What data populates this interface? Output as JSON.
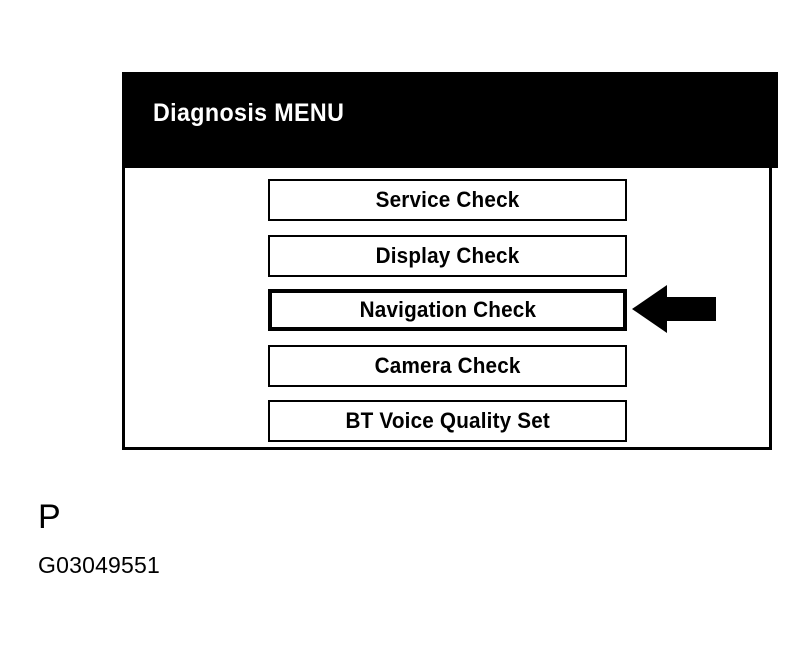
{
  "figure": {
    "kind": "diagnosis-menu-screen",
    "background_color": "#ffffff",
    "ink_color": "#000000"
  },
  "screen": {
    "header": {
      "title": "Diagnosis MENU",
      "background_color": "#000000",
      "text_color": "#ffffff"
    },
    "menu_items": [
      {
        "label": "Service Check",
        "selected": false
      },
      {
        "label": "Display Check",
        "selected": false
      },
      {
        "label": "Navigation Check",
        "selected": true
      },
      {
        "label": "Camera Check",
        "selected": false
      },
      {
        "label": "BT Voice Quality Set",
        "selected": false
      }
    ]
  },
  "annotation": {
    "arrow_icon": "arrow-left-icon",
    "arrow_points_to": "Navigation Check",
    "arrow_color": "#000000"
  },
  "caption": {
    "letter": "P",
    "code": "G03049551"
  }
}
